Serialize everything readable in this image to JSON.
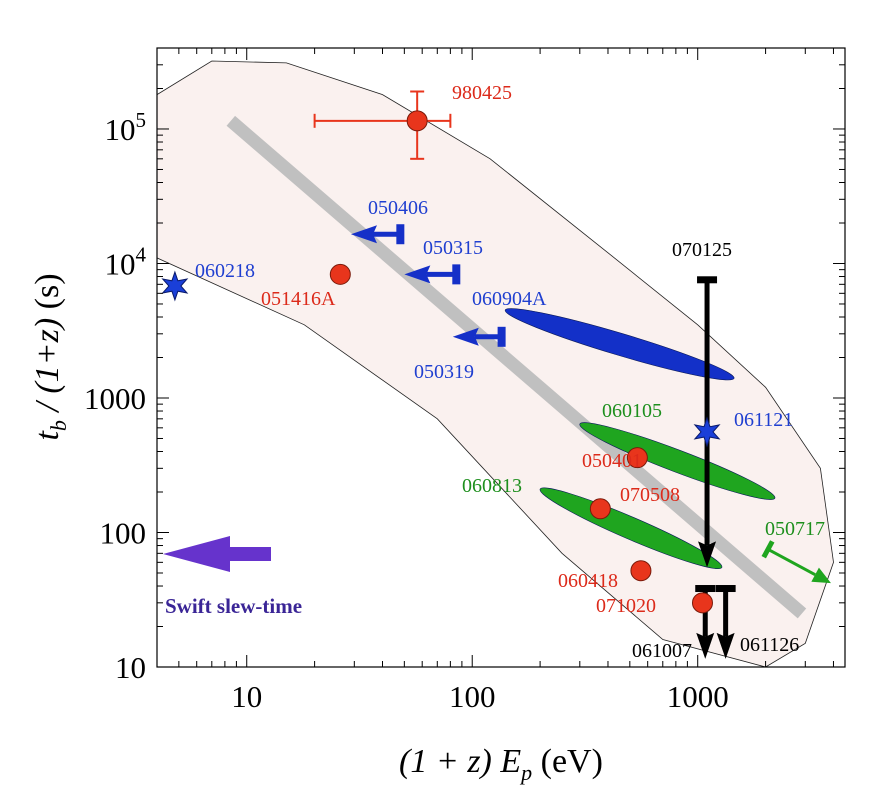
{
  "chart_data": {
    "type": "scatter",
    "xscale": "log",
    "yscale": "log",
    "xlim": [
      4,
      4500
    ],
    "ylim": [
      10,
      400000
    ],
    "xlabel": "(1 + z) E_p (eV)",
    "ylabel": "t_b / (1+z) (s)",
    "x_ticks": [
      {
        "value": 10,
        "label": "10"
      },
      {
        "value": 100,
        "label": "100"
      },
      {
        "value": 1000,
        "label": "1000"
      }
    ],
    "y_ticks": [
      {
        "value": 10,
        "label": "10",
        "power": ""
      },
      {
        "value": 100,
        "label": "100",
        "power": ""
      },
      {
        "value": 1000,
        "label": "1000",
        "power": ""
      },
      {
        "value": 10000,
        "label": "10",
        "power": "4"
      },
      {
        "value": 100000,
        "label": "10",
        "power": "5"
      }
    ],
    "trend_line": {
      "x": [
        8.5,
        2900
      ],
      "y": [
        115000,
        25
      ],
      "color": "#c0c0c0"
    },
    "region_color": "#faf1ef",
    "points": [
      {
        "name": "980425",
        "x": 57,
        "y": 115000,
        "marker": "circle",
        "color": "#e8351c",
        "label_color": "#dc2a1a",
        "xerr": [
          20,
          80
        ],
        "yerr": [
          60000,
          190000
        ]
      },
      {
        "name": "051416A",
        "x": 26,
        "y": 8300,
        "marker": "circle",
        "color": "#e8351c",
        "label_color": "#dc2a1a"
      },
      {
        "name": "050401",
        "x": 540,
        "y": 360,
        "marker": "circle",
        "color": "#e8351c",
        "label_color": "#dc2a1a"
      },
      {
        "name": "070508",
        "x": 370,
        "y": 150,
        "marker": "circle",
        "color": "#e8351c",
        "label_color": "#dc2a1a"
      },
      {
        "name": "060418",
        "x": 560,
        "y": 52,
        "marker": "circle",
        "color": "#e8351c",
        "label_color": "#dc2a1a"
      },
      {
        "name": "071020",
        "x": 1050,
        "y": 30,
        "marker": "circle",
        "color": "#e8351c",
        "label_color": "#dc2a1a"
      },
      {
        "name": "060218",
        "x": 4.8,
        "y": 6800,
        "marker": "star",
        "color": "#1a3fd8",
        "label_color": "#1f3fd0"
      },
      {
        "name": "061121",
        "x": 1100,
        "y": 560,
        "marker": "star",
        "color": "#1a3fd8",
        "label_color": "#1f3fd0"
      }
    ],
    "x_upper_limits": [
      {
        "name": "050406",
        "x": 48,
        "x_to": 29,
        "y": 16500,
        "color": "#1530c8",
        "label_color": "#1f3fd0"
      },
      {
        "name": "050315",
        "x": 85,
        "x_to": 50,
        "y": 8300,
        "color": "#1530c8",
        "label_color": "#1f3fd0"
      },
      {
        "name": "050319",
        "x": 135,
        "x_to": 82,
        "y": 2850,
        "color": "#1530c8",
        "label_color": "#1f3fd0"
      }
    ],
    "y_upper_limits": [
      {
        "name": "070125",
        "x": 1100,
        "y": 7500,
        "y_to": 55,
        "color": "#000000",
        "label_color": "#000000"
      },
      {
        "name": "061007",
        "x": 1080,
        "y": 38,
        "y_to": 11.5,
        "color": "#000000",
        "label_color": "#000000"
      },
      {
        "name": "061126",
        "x": 1330,
        "y": 38,
        "y_to": 11.5,
        "color": "#000000",
        "label_color": "#000000"
      }
    ],
    "ellipse_regions": [
      {
        "name": "060904A",
        "x_range": [
          140,
          1450
        ],
        "y_range": [
          1400,
          4500
        ],
        "color": "#1330c8",
        "label_color": "#1f3fd0"
      },
      {
        "name": "060105",
        "x_range": [
          300,
          2200
        ],
        "y_range": [
          180,
          640
        ],
        "color": "#1fa51f",
        "label_color": "#1d8f1d"
      },
      {
        "name": "060813",
        "x_range": [
          200,
          1280
        ],
        "y_range": [
          55,
          210
        ],
        "color": "#1fa51f",
        "label_color": "#1d8f1d"
      }
    ],
    "lower_limit_arrows": [
      {
        "name": "050717",
        "x": 2050,
        "y": 75,
        "x_to": 3900,
        "y_to": 42,
        "color": "#1fa51f",
        "label_color": "#1d8f1d"
      }
    ],
    "annotations": [
      {
        "text": "Swift slew-time",
        "color": "#3a2596",
        "arrow_color": "#6633cc"
      }
    ]
  }
}
